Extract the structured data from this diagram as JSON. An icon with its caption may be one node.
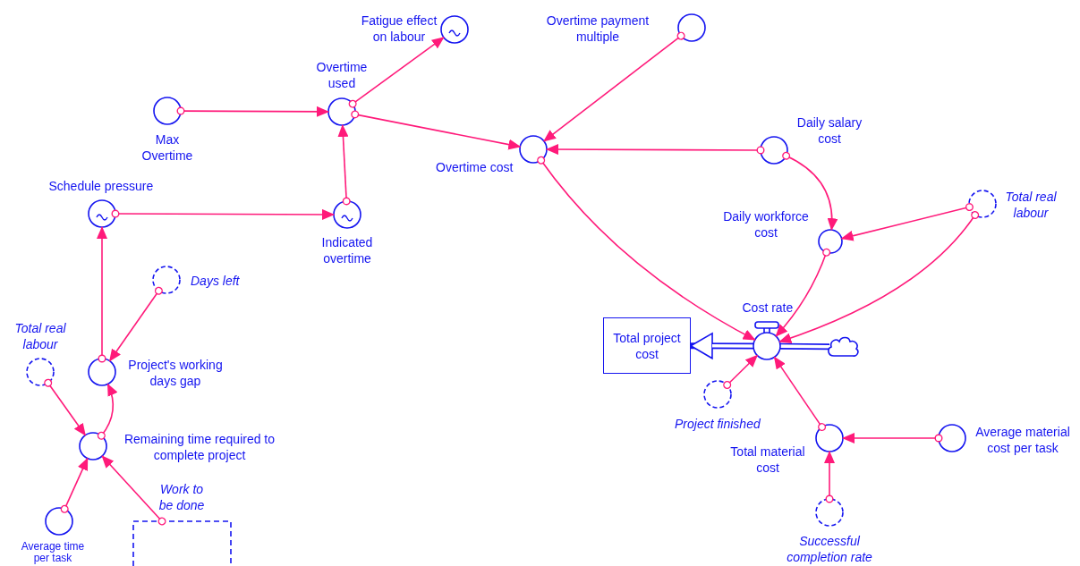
{
  "diagram": {
    "nodes": [
      {
        "text": [
          "Fatigue effect on labour"
        ]
      },
      {
        "text": [
          "Overtime payment multiple"
        ]
      },
      {
        "text": [
          "Overtime used"
        ]
      },
      {
        "text": [
          "Max Overtime"
        ]
      },
      {
        "text": [
          "Overtime cost"
        ]
      },
      {
        "text": [
          "Daily salary cost"
        ]
      },
      {
        "text": [
          "Schedule pressure"
        ]
      },
      {
        "text": [
          "Indicated overtime"
        ]
      },
      {
        "text": [
          "Total real labour"
        ]
      },
      {
        "text": [
          "Daily workforce cost"
        ]
      },
      {
        "text": [
          "Days left"
        ]
      },
      {
        "text": [
          "Total real labour"
        ]
      },
      {
        "text": [
          "Project's working days gap"
        ]
      },
      {
        "text": [
          "Cost rate"
        ]
      },
      {
        "text": [
          "Total project cost"
        ]
      },
      {
        "text": [],
        "shape": "cloud"
      },
      {
        "text": [
          "Project finished"
        ]
      },
      {
        "text": [
          "Remaining time required to complete project"
        ]
      },
      {
        "text": [
          "Total material cost"
        ]
      },
      {
        "text": [
          "Average material cost per task"
        ]
      },
      {
        "text": [
          "Work to be done"
        ]
      },
      {
        "text": [
          "Average time per task"
        ]
      },
      {
        "text": [
          "Successful completion rate"
        ]
      }
    ],
    "edges": [
      {
        "from": 3,
        "to": 2,
        "arrow": "to"
      },
      {
        "from": 2,
        "to": 0,
        "arrow": "to"
      },
      {
        "from": 2,
        "to": 4,
        "arrow": "to"
      },
      {
        "from": 7,
        "to": 2,
        "arrow": "to"
      },
      {
        "from": 6,
        "to": 7,
        "arrow": "to"
      },
      {
        "from": 1,
        "to": 4,
        "arrow": "to"
      },
      {
        "from": 5,
        "to": 4,
        "arrow": "to"
      },
      {
        "from": 5,
        "to": 9,
        "arrow": "to"
      },
      {
        "from": 8,
        "to": 9,
        "arrow": "to"
      },
      {
        "from": 8,
        "to": 13,
        "arrow": "to"
      },
      {
        "from": 9,
        "to": 13,
        "arrow": "to"
      },
      {
        "from": 4,
        "to": 13,
        "arrow": "to"
      },
      {
        "from": 12,
        "to": 6,
        "arrow": "to"
      },
      {
        "from": 10,
        "to": 12,
        "arrow": "to"
      },
      {
        "from": 11,
        "to": 17,
        "arrow": "to"
      },
      {
        "from": 17,
        "to": 12,
        "arrow": "to"
      },
      {
        "from": 21,
        "to": 17,
        "arrow": "to"
      },
      {
        "from": 20,
        "to": 17,
        "arrow": "to"
      },
      {
        "from": 16,
        "to": 13,
        "arrow": "to"
      },
      {
        "from": 18,
        "to": 13,
        "arrow": "to"
      },
      {
        "from": 19,
        "to": 18,
        "arrow": "to"
      },
      {
        "from": 22,
        "to": 18,
        "arrow": "to"
      },
      {
        "from": 15,
        "to": 13,
        "arrow": "none",
        "style": "thick",
        "color": "#1414f0"
      },
      {
        "from": 13,
        "to": 14,
        "arrow": "to",
        "style": "thick",
        "color": "#1414f0"
      }
    ]
  }
}
